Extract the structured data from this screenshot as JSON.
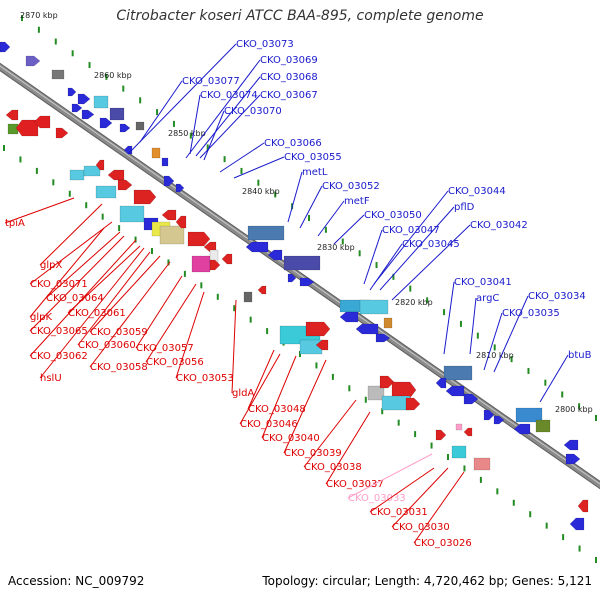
{
  "title": "Citrobacter koseri ATCC BAA-895, complete genome",
  "footer": {
    "accession": "Accession: NC_009792",
    "summary": "Topology: circular; Length: 4,720,462 bp; Genes: 5,121"
  },
  "colors": {
    "forward_label": "#1a1acc",
    "reverse_label": "#dd0000",
    "highlight_label": "#ff9ec8",
    "backbone": "#8a8a8a",
    "tick": "#228b22"
  },
  "scale_labels": [
    "2870 kbp",
    "2860 kbp",
    "2850 kbp",
    "2840 kbp",
    "2830 kbp",
    "2820 kbp",
    "2810 kbp",
    "2800 kbp"
  ],
  "forward_genes": [
    "CKO_03073",
    "CKO_03077",
    "CKO_03069",
    "CKO_03074",
    "CKO_03068",
    "CKO_03067",
    "CKO_03070",
    "CKO_03066",
    "CKO_03055",
    "metL",
    "CKO_03052",
    "metF",
    "CKO_03050",
    "CKO_03044",
    "pflD",
    "CKO_03047",
    "CKO_03042",
    "CKO_03045",
    "CKO_03041",
    "argC",
    "CKO_03034",
    "CKO_03035",
    "btuB"
  ],
  "reverse_genes": [
    "tpiA",
    "glpX",
    "CKO_03071",
    "CKO_03064",
    "glpK",
    "CKO_03061",
    "CKO_03065",
    "CKO_03059",
    "CKO_03060",
    "CKO_03062",
    "CKO_03057",
    "hslU",
    "CKO_03058",
    "CKO_03056",
    "CKO_03053",
    "gldA",
    "CKO_03048",
    "CKO_03046",
    "CKO_03040",
    "CKO_03039",
    "CKO_03038",
    "CKO_03037",
    "CKO_03033",
    "CKO_03031",
    "CKO_03030",
    "CKO_03026"
  ],
  "highlighted_gene": "CKO_03033"
}
